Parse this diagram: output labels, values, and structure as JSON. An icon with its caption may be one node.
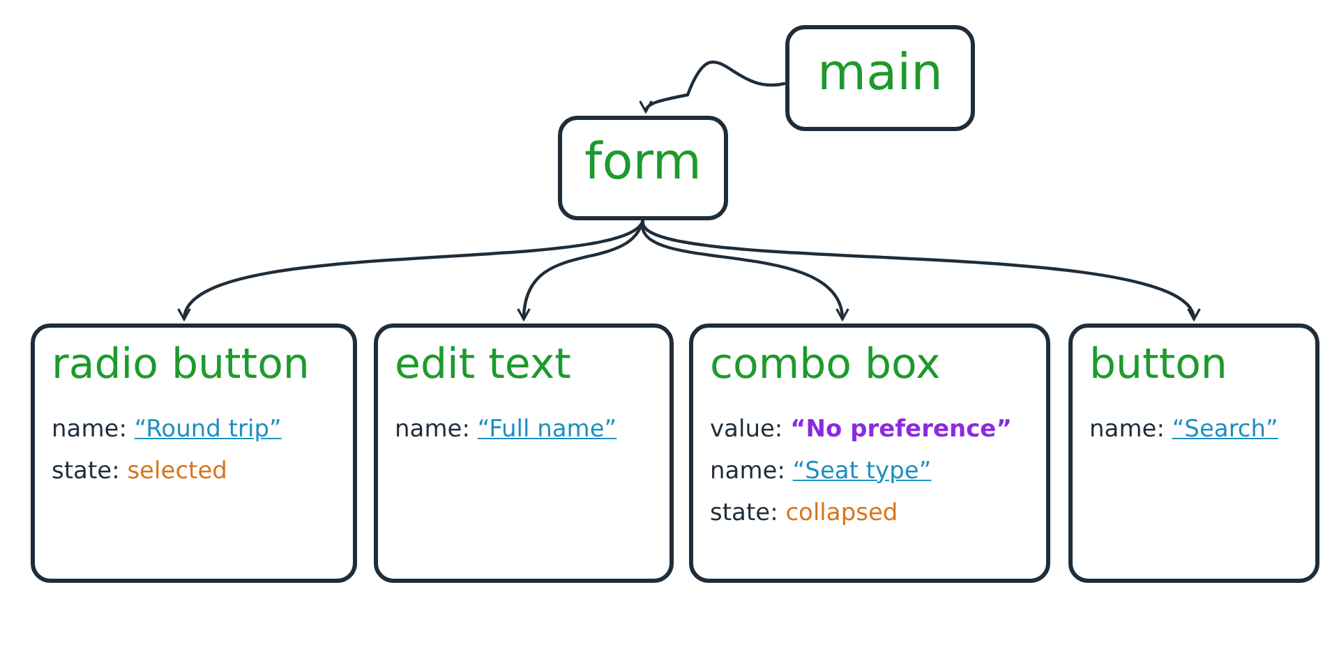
{
  "diagram": {
    "nodes": [
      {
        "text": [
          "main"
        ]
      },
      {
        "text": [
          "form"
        ]
      },
      {
        "text": [
          "radio button",
          "name: “Round trip”",
          "state: selected"
        ]
      },
      {
        "text": [
          "edit text",
          "name: “Full name”"
        ]
      },
      {
        "text": [
          "combo box",
          "value: **“No preference”**",
          "name: “Seat type”",
          "state: collapsed"
        ]
      },
      {
        "text": [
          "button",
          "name: “Search”"
        ]
      }
    ],
    "edges": [
      {
        "from": 0,
        "to": 1,
        "arrow": "to"
      },
      {
        "from": 1,
        "to": 2,
        "arrow": "to"
      },
      {
        "from": 1,
        "to": 3,
        "arrow": "to"
      },
      {
        "from": 1,
        "to": 4,
        "arrow": "to"
      },
      {
        "from": 1,
        "to": 5,
        "arrow": "to"
      }
    ]
  }
}
